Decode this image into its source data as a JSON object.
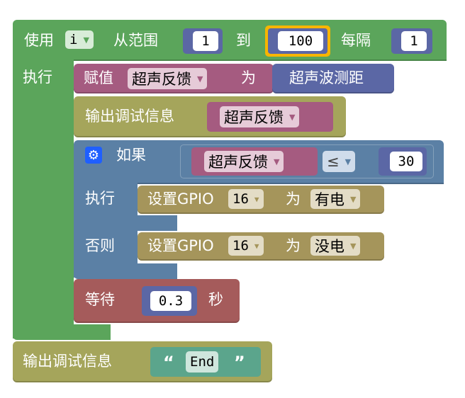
{
  "colors": {
    "loop_green": "#5ba55b",
    "var_purple": "#a55b80",
    "debug_olive": "#a5a55b",
    "if_blue": "#5b80a5",
    "wait_red": "#a55b5b",
    "math_blue": "#5b67a5",
    "text_teal": "#5ba58c",
    "gpio_olive": "#a5955b"
  },
  "loop": {
    "use_label": "使用",
    "var_name": "i",
    "from_range_label": "从范围",
    "from_value": "1",
    "to_label": "到",
    "to_value": "100",
    "step_label": "每隔",
    "step_value": "1",
    "do_label": "执行"
  },
  "assign": {
    "label": "赋值",
    "var_name": "超声反馈",
    "as_label": "为",
    "source": "超声波测距"
  },
  "debug1": {
    "label": "输出调试信息",
    "var_name": "超声反馈"
  },
  "if_block": {
    "if_label": "如果",
    "var_name": "超声反馈",
    "operator": "≤",
    "compare_value": "30",
    "then_label": "执行",
    "else_label": "否则",
    "then_action": {
      "label": "设置GPIO",
      "pin": "16",
      "as_label": "为",
      "state": "有电"
    },
    "else_action": {
      "label": "设置GPIO",
      "pin": "16",
      "as_label": "为",
      "state": "没电"
    }
  },
  "wait": {
    "label": "等待",
    "value": "0.3",
    "unit": "秒"
  },
  "debug2": {
    "label": "输出调试信息",
    "open_quote": "“",
    "text": "End",
    "close_quote": "”"
  }
}
